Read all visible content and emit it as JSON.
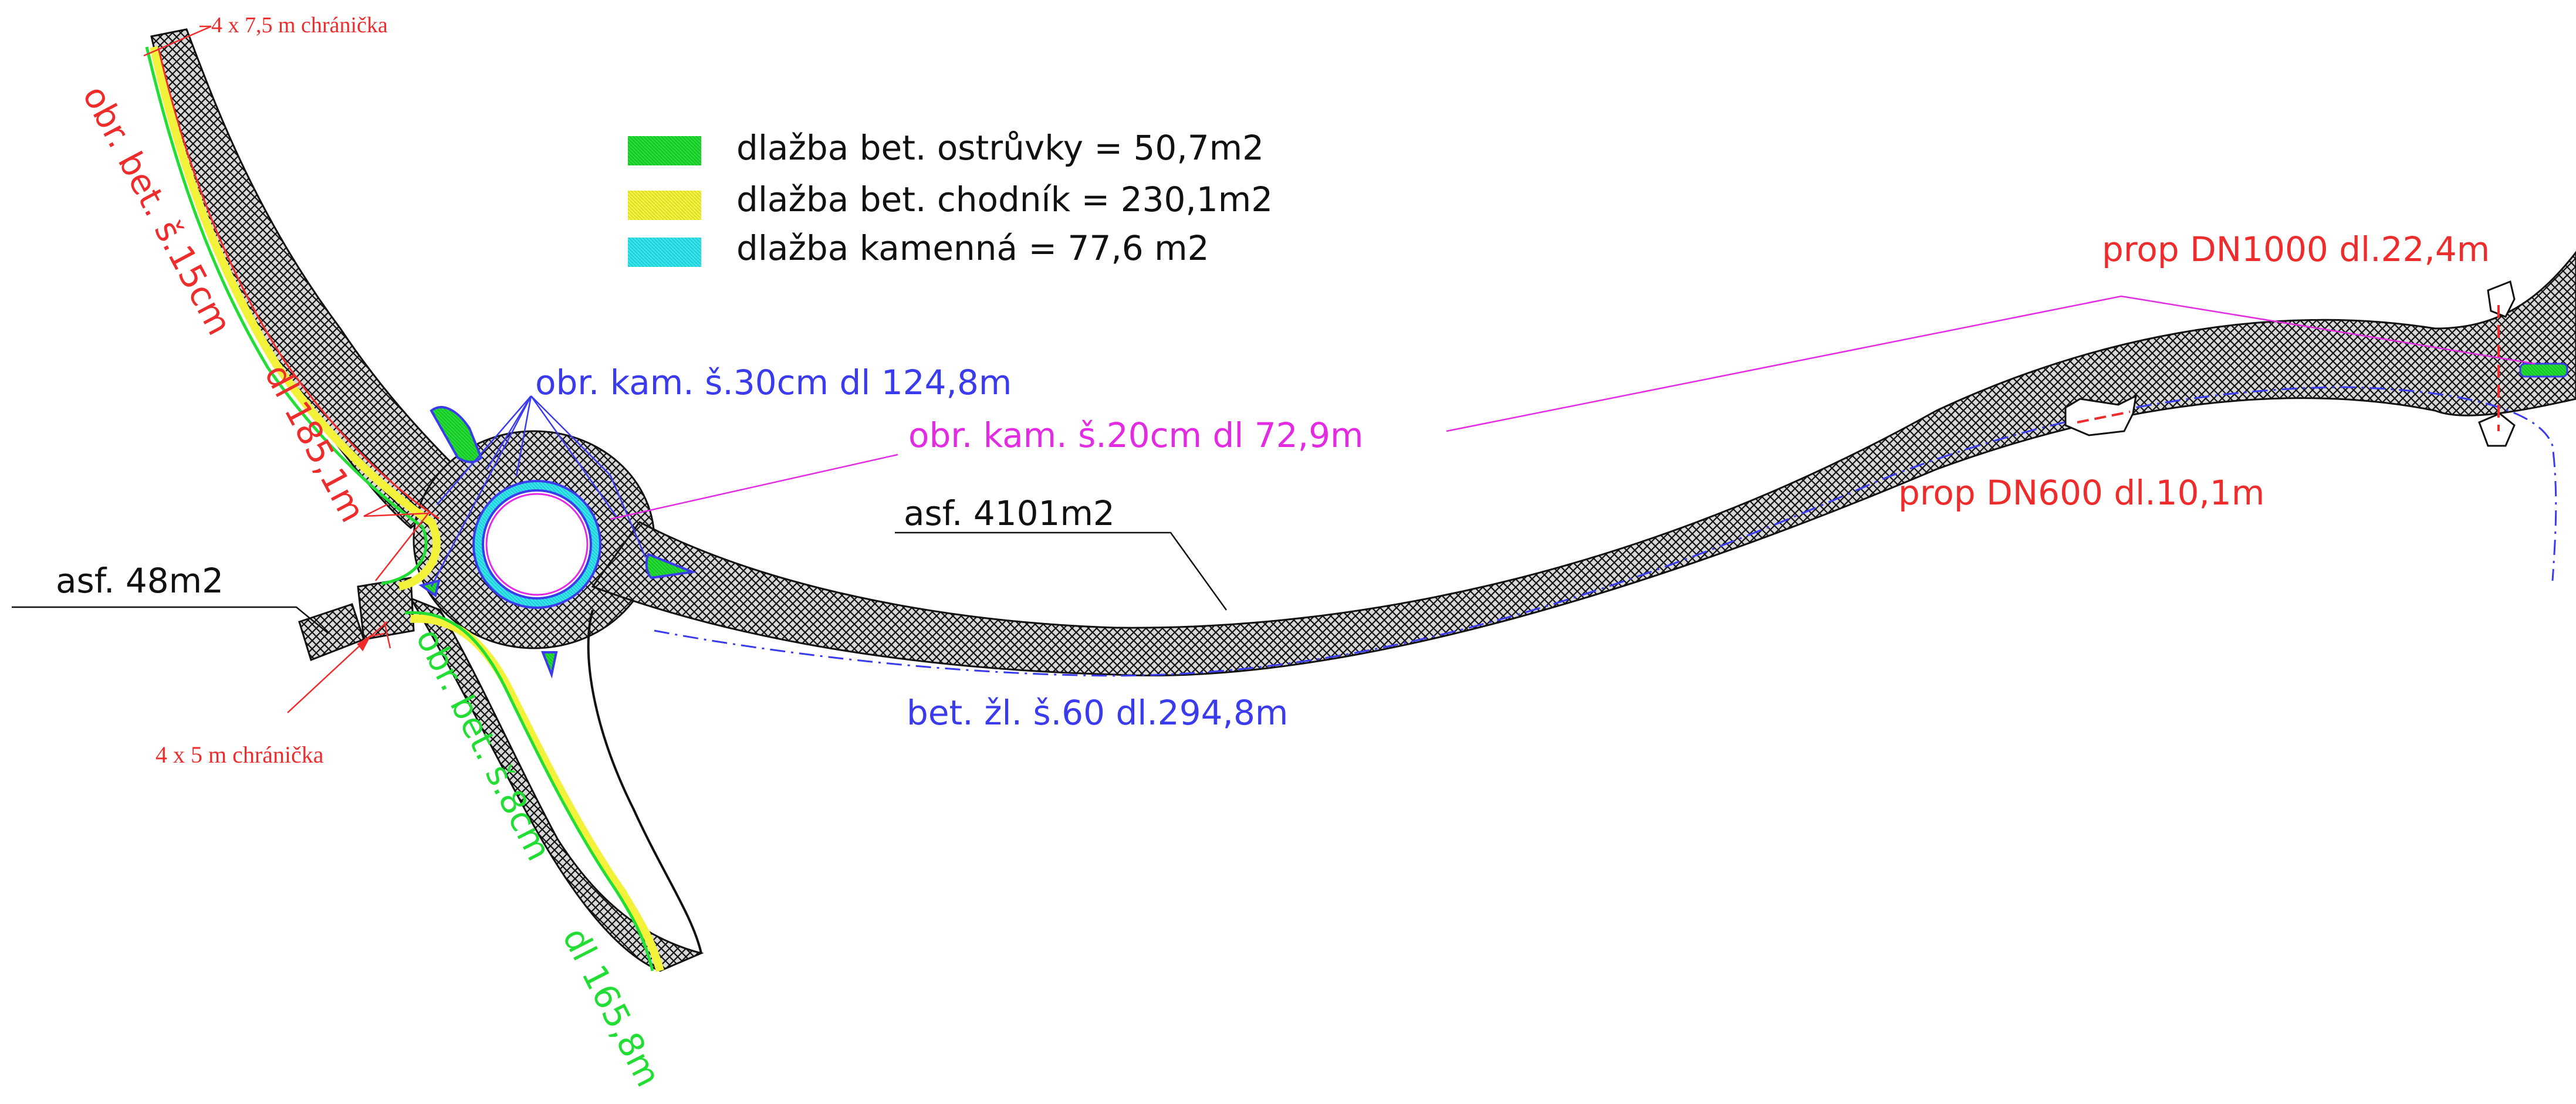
{
  "legend": {
    "items": [
      {
        "label": "dlažba bet. ostrůvky = 50,7m2",
        "color": "#22dd33"
      },
      {
        "label": "dlažba bet. chodník = 230,1m2",
        "color": "#f2f23a"
      },
      {
        "label": "dlažba kamenná = 77,6 m2",
        "color": "#33e6ee"
      }
    ]
  },
  "labels": {
    "sleeve_top": "4 x 7,5 m chránička",
    "sleeve_bottom": "4 x 5 m chránička",
    "curb_concrete_15": "obr. bet. š.15cm",
    "curb_concrete_15_len": "dl 185,1m",
    "curb_concrete_8": "obr. bet. š.8cm",
    "curb_concrete_8_len": "dl 165,8m",
    "asphalt_small": "asf. 48m2",
    "asphalt_main": "asf. 4101m2",
    "curb_stone_30": "obr. kam. š.30cm  dl 124,8m",
    "curb_stone_20": "obr. kam. š.20cm  dl 72,9m",
    "gutter": "bet. žl. š.60  dl.294,8m",
    "culvert_1000": "prop DN1000  dl.22,4m",
    "culvert_600": "prop DN600  dl.10,1m"
  },
  "colors": {
    "red": "#ee2c2c",
    "blue": "#3b3bee",
    "magenta": "#e22be2",
    "green": "#22dd33",
    "yellow": "#f2f23a",
    "cyan": "#33e6ee",
    "black": "#000000"
  }
}
